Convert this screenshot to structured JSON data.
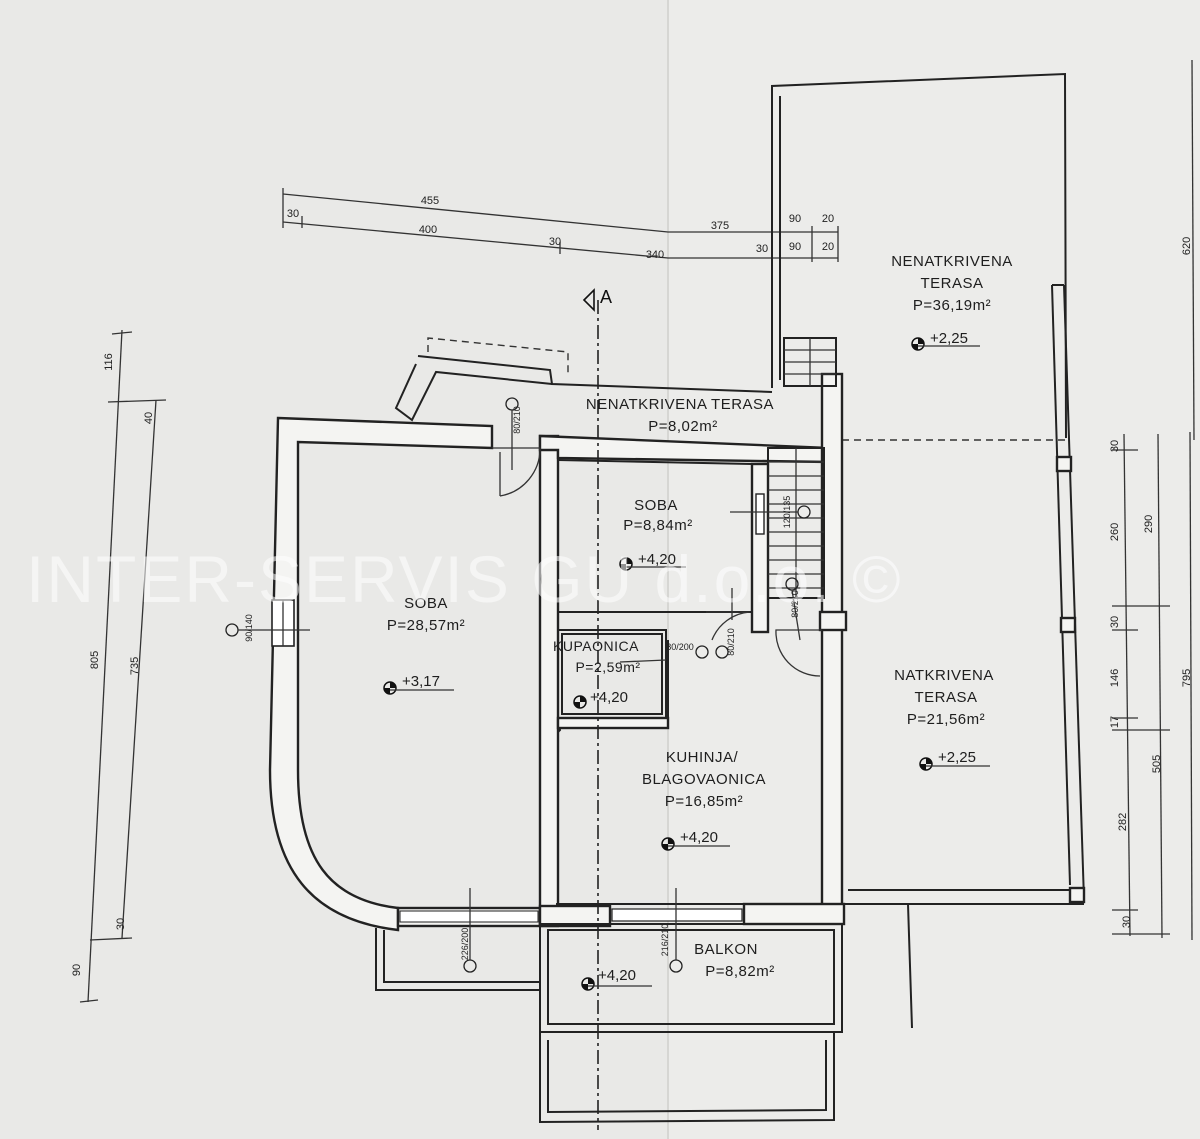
{
  "watermark": "INTER-SERVIS GU d.o.o. ©",
  "section_marker": "A",
  "rooms": [
    {
      "id": "terasa-top",
      "lines": [
        "NENATKRIVENA",
        "TERASA"
      ],
      "area": "P=36,19m²",
      "level": "+2,25"
    },
    {
      "id": "terasa-small",
      "lines": [
        "NENATKRIVENA TERASA"
      ],
      "area": "P=8,02m²",
      "level": ""
    },
    {
      "id": "soba-small",
      "lines": [
        "SOBA"
      ],
      "area": "P=8,84m²",
      "level": "+4,20"
    },
    {
      "id": "soba-large",
      "lines": [
        "SOBA"
      ],
      "area": "P=28,57m²",
      "level": "+3,17"
    },
    {
      "id": "kupaonica",
      "lines": [
        "KUPAONICA"
      ],
      "area": "P=2,59m²",
      "level": "+4,20"
    },
    {
      "id": "kuhinja",
      "lines": [
        "KUHINJA/",
        "BLAGOVAONICA"
      ],
      "area": "P=16,85m²",
      "level": "+4,20"
    },
    {
      "id": "natkrivena",
      "lines": [
        "NATKRIVENA",
        "TERASA"
      ],
      "area": "P=21,56m²",
      "level": "+2,25"
    },
    {
      "id": "balkon",
      "lines": [
        "BALKON"
      ],
      "area": "P=8,82m²",
      "level": "+4,20"
    }
  ],
  "dimensions": {
    "top_row1": [
      "455",
      "375",
      "90",
      "20"
    ],
    "top_row2": [
      "30",
      "400",
      "30",
      "340",
      "30",
      "90",
      "20"
    ],
    "left_outer": [
      "116",
      "805",
      "90"
    ],
    "left_inner": [
      "40",
      "735",
      "30"
    ],
    "right_inner": [
      "30",
      "260",
      "30",
      "146",
      "17",
      "282",
      "30"
    ],
    "right_mid": [
      "290",
      "505"
    ],
    "right_outer": [
      "620",
      "795"
    ],
    "openings": [
      "90/140",
      "80/210",
      "80/210",
      "120/135",
      "80/210",
      "80/200",
      "226/200",
      "216/210"
    ]
  }
}
